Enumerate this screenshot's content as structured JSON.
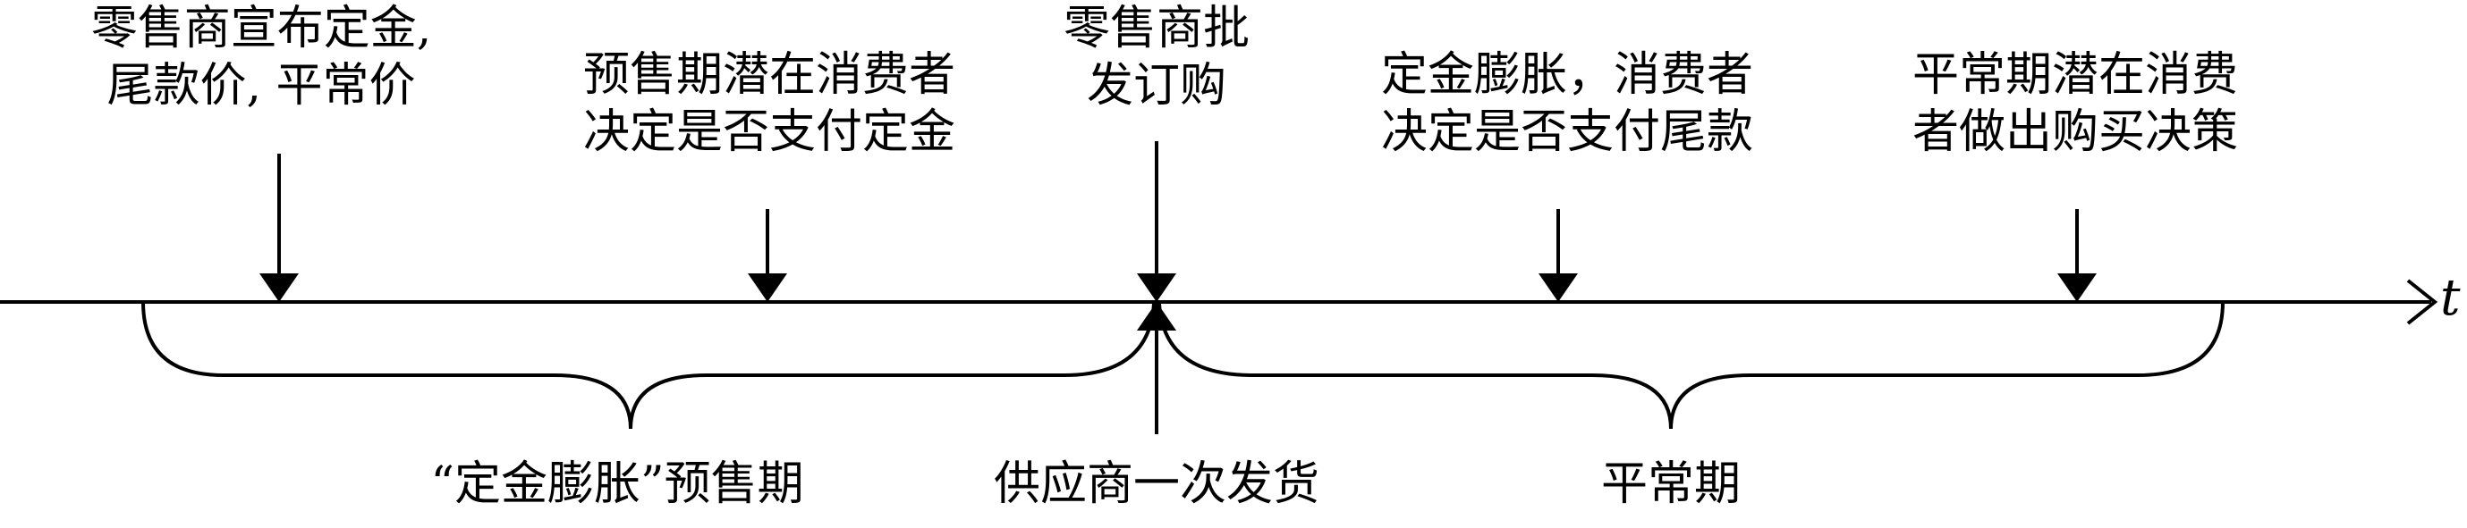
{
  "events": [
    {
      "id": "announce",
      "lines": [
        "零售商宣布定金,",
        "尾款价, 平常价"
      ]
    },
    {
      "id": "deposit",
      "lines": [
        "预售期潜在消费者",
        "决定是否支付定金"
      ]
    },
    {
      "id": "wholesale",
      "lines": [
        "零售商批",
        "发订购"
      ]
    },
    {
      "id": "balance",
      "lines": [
        "定金膨胀，消费者",
        "决定是否支付尾款"
      ]
    },
    {
      "id": "regular",
      "lines": [
        "平常期潜在消费",
        "者做出购买决策"
      ]
    }
  ],
  "axis_variable": "t",
  "bottom_labels": {
    "presale_period": "“定金膨胀”预售期",
    "shipment": "供应商一次发货",
    "regular_period": "平常期"
  }
}
